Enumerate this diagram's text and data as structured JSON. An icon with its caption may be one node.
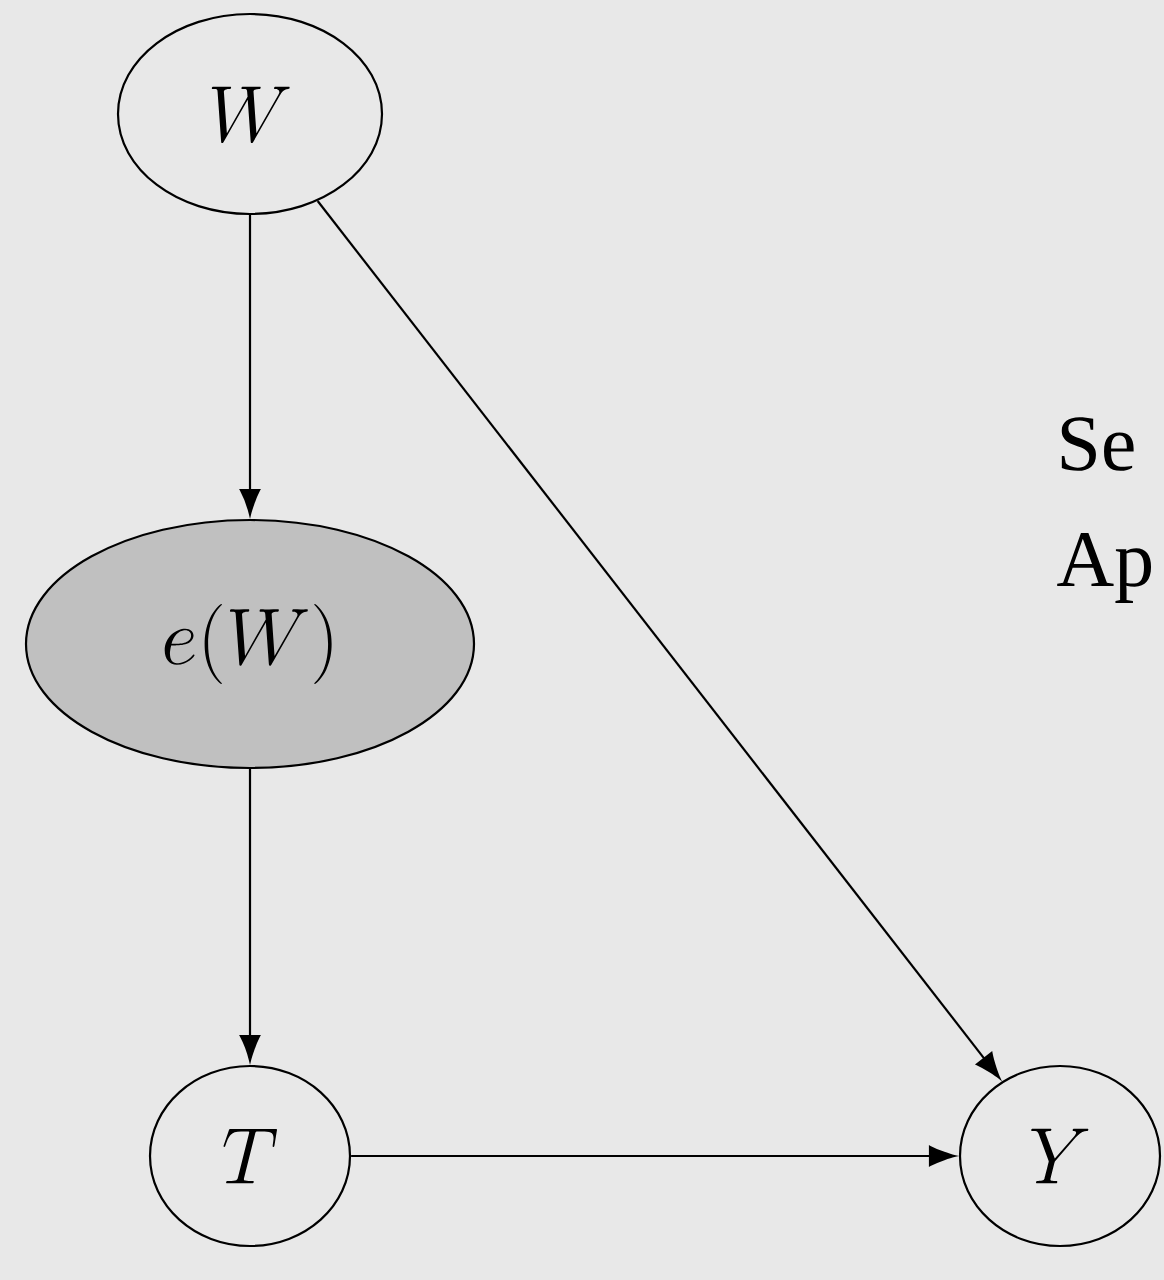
{
  "diagram": {
    "nodes": [
      {
        "text": [
          "W"
        ]
      },
      {
        "text": [
          "e(W)"
        ]
      },
      {
        "text": [
          "T"
        ]
      },
      {
        "text": [
          "Y"
        ]
      }
    ],
    "edges": [
      {
        "from": 0,
        "to": 1,
        "arrow": "to"
      },
      {
        "from": 1,
        "to": 2,
        "arrow": "to"
      },
      {
        "from": 2,
        "to": 3,
        "arrow": "to"
      },
      {
        "from": 0,
        "to": 3,
        "arrow": "to"
      }
    ],
    "labels": [
      "Se",
      "Ap"
    ]
  }
}
